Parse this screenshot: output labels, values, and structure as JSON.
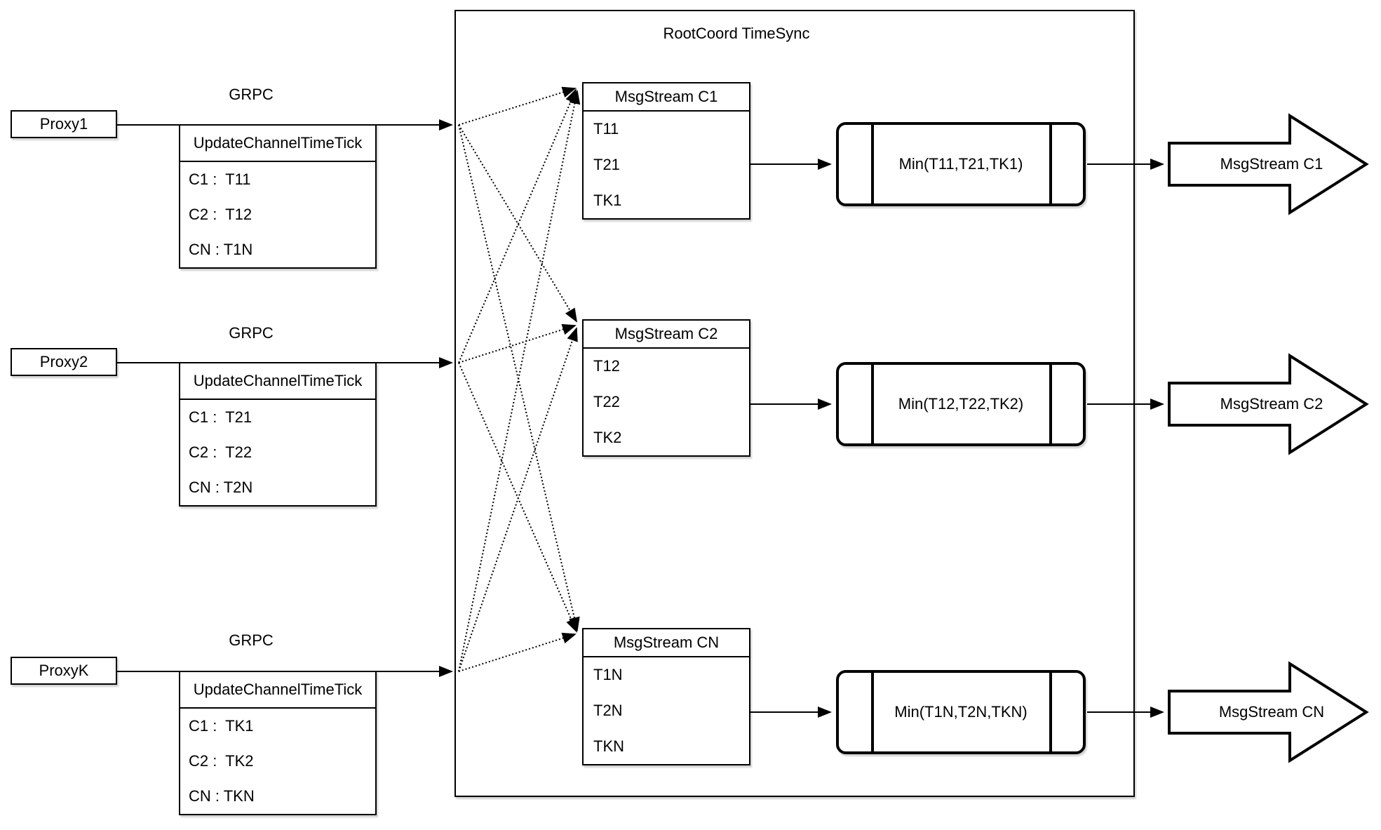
{
  "diagram": {
    "title": "RootCoord TimeSync",
    "rows": [
      {
        "proxy": "Proxy1",
        "grpc": "GRPC",
        "table_header": "UpdateChannelTimeTick",
        "table_rows": [
          "C1 :  T11",
          "C2 :  T12",
          "CN : T1N"
        ],
        "msgstream_header": "MsgStream C1",
        "msgstream_rows": [
          "T11",
          "T21",
          "TK1"
        ],
        "min_label": "Min(T11,T21,TK1)",
        "output_label": "MsgStream C1"
      },
      {
        "proxy": "Proxy2",
        "grpc": "GRPC",
        "table_header": "UpdateChannelTimeTick",
        "table_rows": [
          "C1 :  T21",
          "C2 :  T22",
          "CN : T2N"
        ],
        "msgstream_header": "MsgStream C2",
        "msgstream_rows": [
          "T12",
          "T22",
          "TK2"
        ],
        "min_label": "Min(T12,T22,TK2)",
        "output_label": "MsgStream C2"
      },
      {
        "proxy": "ProxyK",
        "grpc": "GRPC",
        "table_header": "UpdateChannelTimeTick",
        "table_rows": [
          "C1 :  TK1",
          "C2 :  TK2",
          "CN : TKN"
        ],
        "msgstream_header": "MsgStream CN",
        "msgstream_rows": [
          "T1N",
          "T2N",
          "TKN"
        ],
        "min_label": "Min(T1N,T2N,TKN)",
        "output_label": "MsgStream CN"
      }
    ],
    "colors": {
      "stroke": "#000000",
      "fill": "#ffffff"
    }
  }
}
